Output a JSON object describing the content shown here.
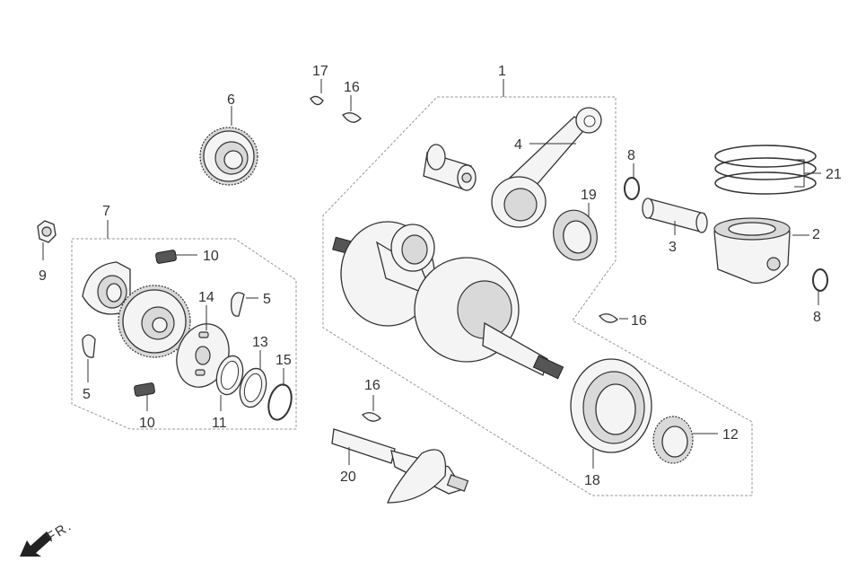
{
  "diagram": {
    "callouts": {
      "c1": "1",
      "c2": "2",
      "c3": "3",
      "c4": "4",
      "c5a": "5",
      "c5b": "5",
      "c6": "6",
      "c7": "7",
      "c8a": "8",
      "c8b": "8",
      "c9": "9",
      "c10a": "10",
      "c10b": "10",
      "c11": "11",
      "c12": "12",
      "c13": "13",
      "c14": "14",
      "c15": "15",
      "c16a": "16",
      "c16b": "16",
      "c16c": "16",
      "c17": "17",
      "c18": "18",
      "c19": "19",
      "c20": "20",
      "c21": "21"
    },
    "direction_label": "FR."
  }
}
